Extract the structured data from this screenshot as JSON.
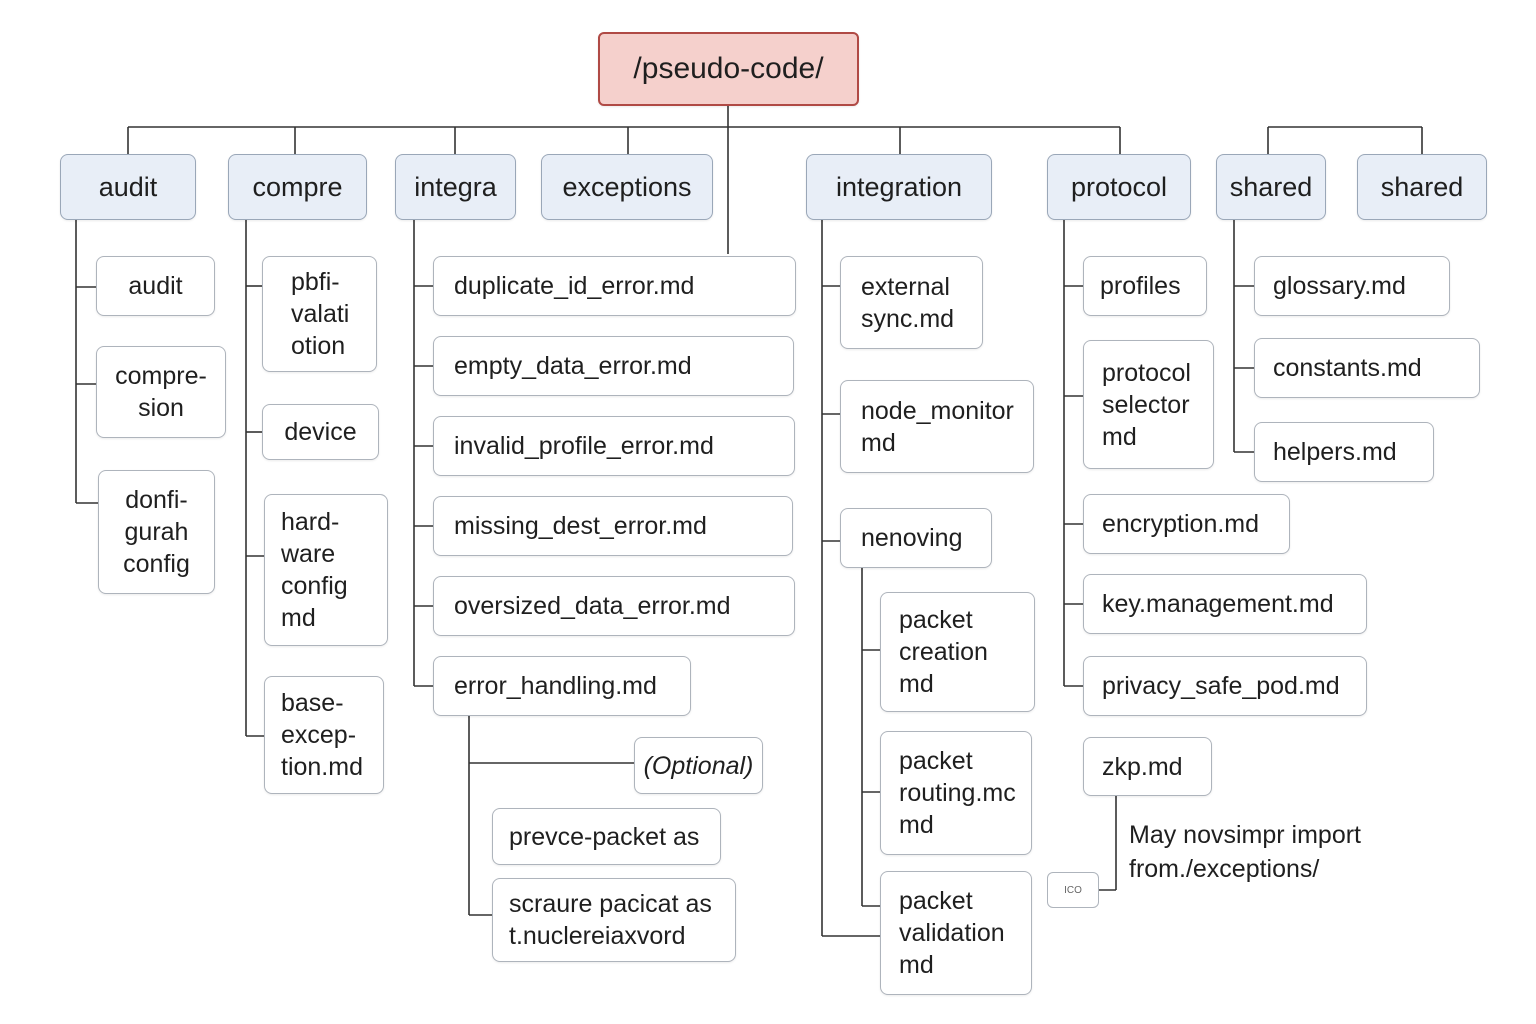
{
  "root": "/pseudo-code/",
  "folders": {
    "audit": "audit",
    "compre": "compre",
    "integra": "integra",
    "exceptions": "exceptions",
    "integration": "integration",
    "protocol": "protocol",
    "shared_1": "shared",
    "shared_2": "shared"
  },
  "audit_items": [
    "audit",
    "compre-\nsion",
    "donfi-\ngurah\nconfig"
  ],
  "compre_items": [
    "pbfi-\nvalati\notion",
    "device",
    "hard-\nware\nconfig\nmd",
    "base-\nexcep-\ntion.md"
  ],
  "exceptions_items": [
    "duplicate_id_error.md",
    "empty_data_error.md",
    "invalid_profile_error.md",
    "missing_dest_error.md",
    "oversized_data_error.md",
    "error_handling.md"
  ],
  "error_handling_children": {
    "optional": "(Optional)",
    "item1": "prev‌ce-packet as",
    "item2": "scraure pacicat as\nt.nuclereiaxvord"
  },
  "integration_items": [
    "external\nsync.md",
    "node_monitor\nmd",
    "nenoving"
  ],
  "nenoving_children": [
    "packet\ncreation\nmd",
    "packet\nrouting.mc\nmd",
    "packet\nvalidation\nmd"
  ],
  "protocol_items": [
    "profiles",
    "protocol\nselector\nmd",
    "encryption.md",
    "key.management.md",
    "privacy_safe_pod.md",
    "zkp.md"
  ],
  "shared_items": [
    "glossary.md",
    "constants.md",
    "helpers.md"
  ],
  "note": "May novsimpr import\nfrom./exceptions/",
  "icon_label": "ICO"
}
